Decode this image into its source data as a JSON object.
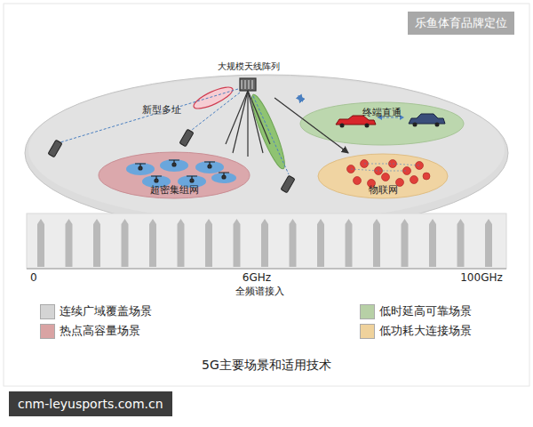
{
  "diagram": {
    "caption": "5G主要场景和适用技术",
    "nodes": [
      {
        "text": [
          "大规模天线阵列"
        ]
      },
      {
        "text": [
          "终端直通"
        ]
      },
      {
        "text": [
          "超密集组网"
        ]
      },
      {
        "text": [
          "物联网"
        ]
      }
    ],
    "edges": [
      {
        "from": 0,
        "to": 1,
        "arrow": "both"
      },
      {
        "from": 0,
        "to": 3,
        "arrow": "to"
      }
    ],
    "labels": [
      "乐鱼体育品牌定位",
      "新型多址",
      "0",
      "6GHz",
      "100GHz",
      "全频谱接入",
      "cnm-leyusports.com.cn"
    ],
    "legend": [
      {
        "text": "连续广域覆盖场景",
        "color": "#d4d4d4"
      },
      {
        "text": "低时延高可靠场景",
        "color": "#b7d0a6"
      },
      {
        "text": "热点高容量场景",
        "color": "#d9a3a3"
      },
      {
        "text": "低功耗大连接场景",
        "color": "#efd29c"
      }
    ]
  }
}
